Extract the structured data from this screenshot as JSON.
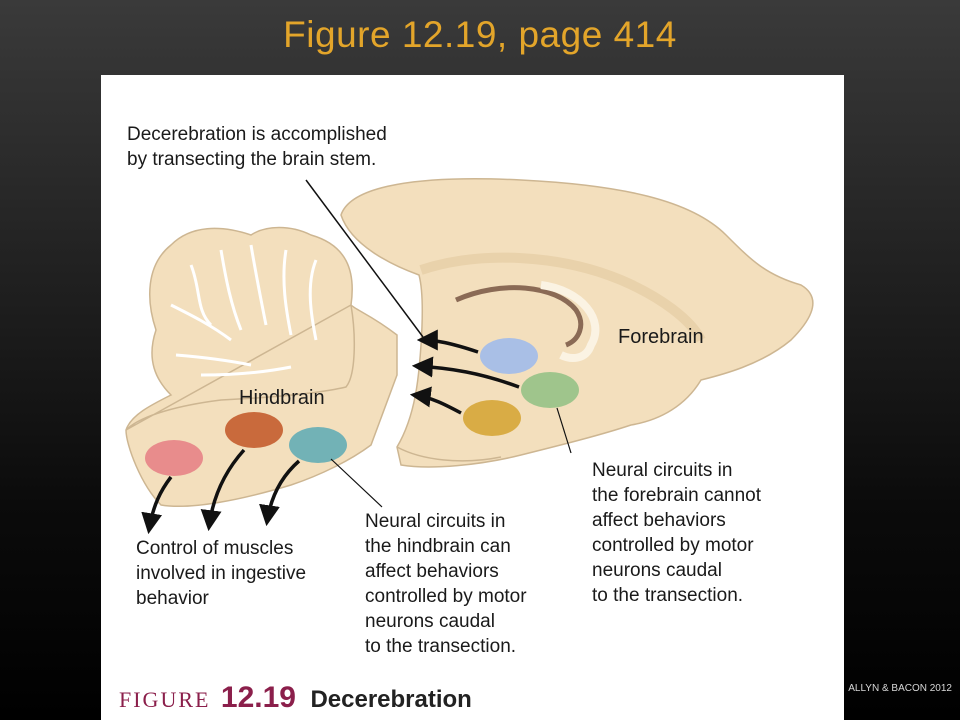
{
  "slide": {
    "title": "Figure 12.19, page 414",
    "copyright": "ALLYN & BACON 2012"
  },
  "figure": {
    "caption_prefix": "FIGURE",
    "caption_number": "12.19",
    "caption_title": "Decerebration",
    "callouts": {
      "decerebration": "Decerebration is accomplished\nby transecting the brain stem.",
      "hindbrain_circuits": "Neural circuits in\nthe hindbrain can\naffect behaviors\ncontrolled by motor\nneurons caudal\nto the transection.",
      "forebrain_circuits": "Neural circuits in\nthe forebrain cannot\naffect behaviors\ncontrolled by motor\nneurons caudal\nto the transection.",
      "muscle_control": "Control of muscles\ninvolved in ingestive\nbehavior"
    },
    "regions": {
      "forebrain": "Forebrain",
      "hindbrain": "Hindbrain"
    },
    "colors": {
      "tissue": "#f3dfbd",
      "tissue_outline": "#cdb692",
      "forebrain_circle_1": "#a9bfe6",
      "forebrain_circle_2": "#9fc58c",
      "forebrain_circle_3": "#d9ac45",
      "hindbrain_circle_1": "#e88c8c",
      "hindbrain_circle_2": "#c96a3c",
      "hindbrain_circle_3": "#72b2b6",
      "caption_accent": "#8b1f4b"
    }
  }
}
